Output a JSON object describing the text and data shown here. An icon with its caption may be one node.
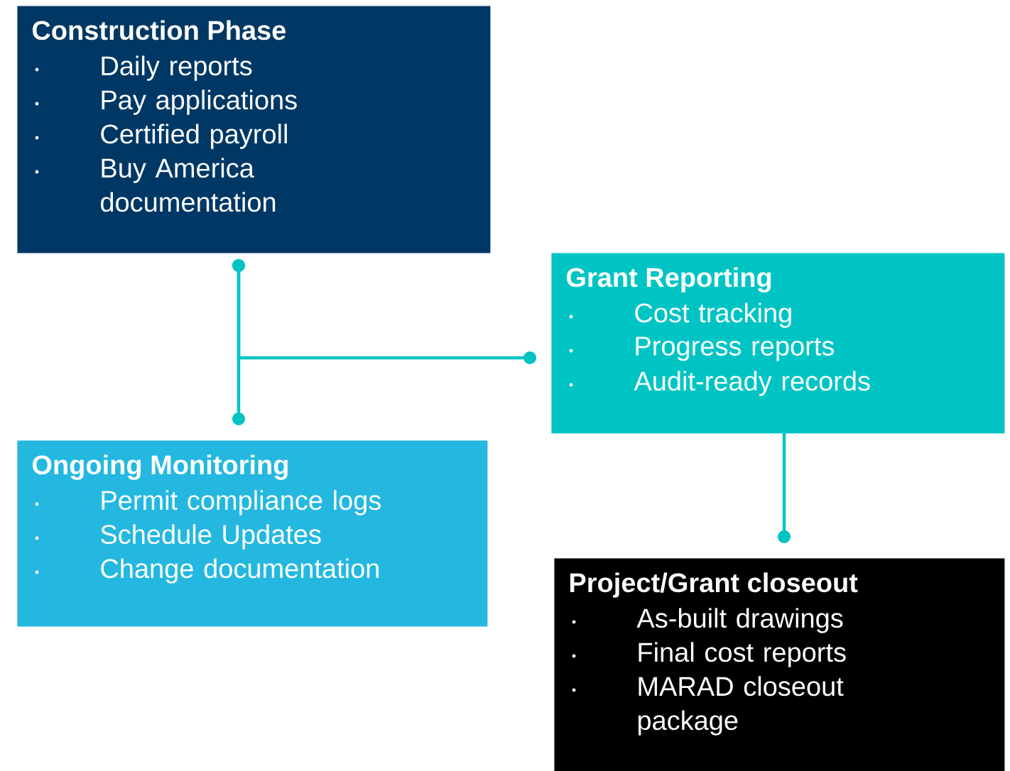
{
  "diagram": {
    "nodes": [
      {
        "text": [
          "Construction Phase",
          "Daily reports",
          "Pay applications",
          "Certified payroll",
          "Buy America documentation"
        ]
      },
      {
        "text": [
          "Grant Reporting",
          "Cost tracking",
          "Progress reports",
          "Audit-ready records"
        ]
      },
      {
        "text": [
          "Ongoing Monitoring",
          "Permit compliance logs",
          "Schedule Updates",
          "Change documentation"
        ]
      },
      {
        "text": [
          "Project/Grant closeout",
          "As-built drawings",
          "Final cost reports",
          "MARAD closeout package"
        ]
      }
    ],
    "edges": [
      {
        "from": 0,
        "to": 2,
        "arrow": "other"
      },
      {
        "from": 0,
        "to": 1,
        "arrow": "other"
      },
      {
        "from": 1,
        "to": 3,
        "arrow": "other"
      }
    ]
  }
}
